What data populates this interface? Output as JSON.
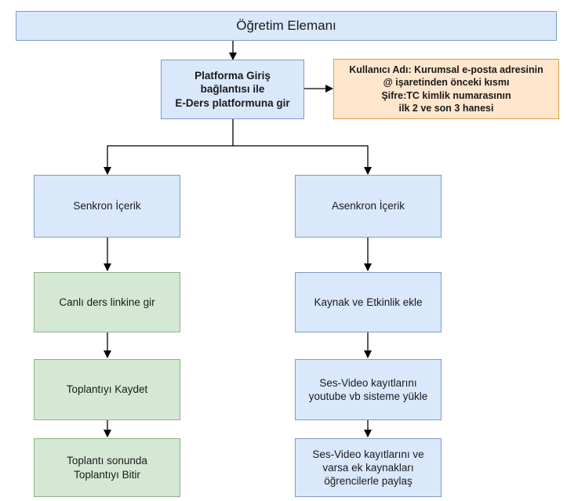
{
  "nodes": {
    "title": "Öğretim Elemanı",
    "platform": [
      "Platforma Giriş",
      "bağlantısı ile",
      "E-Ders platformuna gir"
    ],
    "credentials": [
      "Kullanıcı Adı: Kurumsal e-posta adresinin",
      "@ işaretinden önceki kısmı",
      "Şifre:TC kimlik numarasının",
      "ilk 2 ve son 3 hanesi"
    ],
    "sync": "Senkron İçerik",
    "async": "Asenkron İçerik",
    "live_link": "Canlı ders linkine gir",
    "record_meeting": [
      "Toplantıyı Kaydet"
    ],
    "end_meeting": [
      "Toplantı sonunda",
      "Toplantıyı Bitir"
    ],
    "add_resource": "Kaynak ve Etkinlik ekle",
    "upload_video": [
      "Ses-Video kayıtlarını",
      "youtube vb sisteme yükle"
    ],
    "share_video": [
      "Ses-Video kayıtlarını ve",
      "varsa ek kaynakları",
      "öğrencilerle paylaş"
    ]
  },
  "colors": {
    "blue_fill": "#dae8fc",
    "green_fill": "#d5e8d4",
    "orange_fill": "#ffe6cc",
    "arrow": "#000000"
  }
}
